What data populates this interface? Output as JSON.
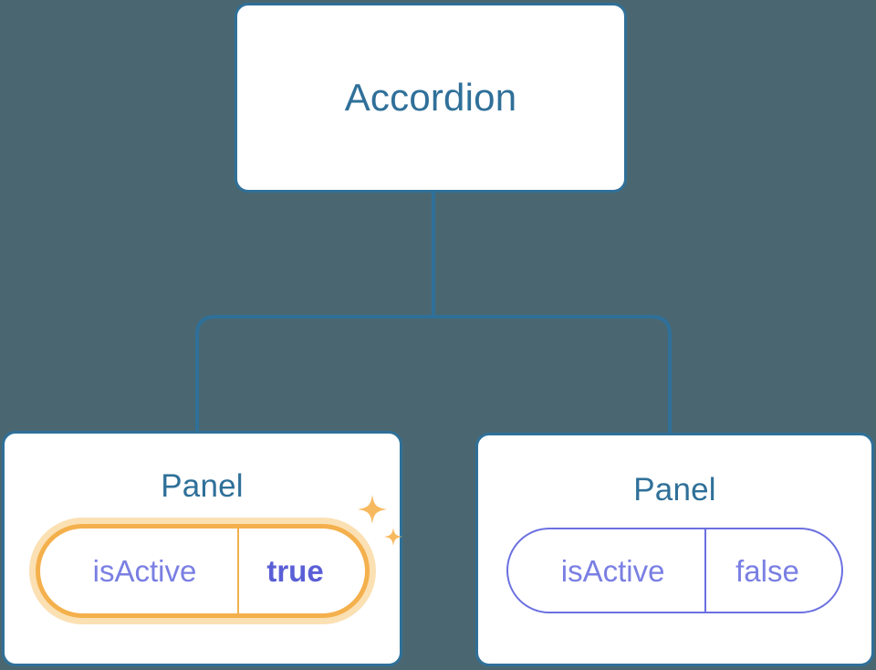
{
  "canvas": {
    "background_color": "#4a6771"
  },
  "theme": {
    "card_border_color": "#2f7099",
    "card_background": "#ffffff",
    "node_title_color": "#2f7099",
    "connector_color": "#2f7099",
    "prop_border_color": "#6b70e0",
    "prop_key_color": "#7a7fe3",
    "prop_value_color": "#7a7fe3",
    "highlight_border_color": "#f4b04c",
    "highlight_glow_color": "#fbe0b3",
    "highlight_value_color": "#5a5fd6",
    "sparkle_color": "#f7b95f"
  },
  "tree": {
    "root": {
      "title": "Accordion"
    },
    "children": [
      {
        "title": "Panel",
        "prop": {
          "key": "isActive",
          "value": "true"
        },
        "highlighted": true,
        "sparkle_icon": "sparkle-icon"
      },
      {
        "title": "Panel",
        "prop": {
          "key": "isActive",
          "value": "false"
        },
        "highlighted": false
      }
    ]
  }
}
